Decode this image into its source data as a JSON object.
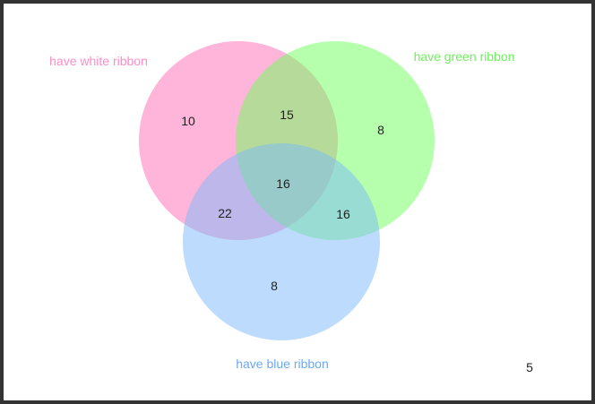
{
  "chart_data": {
    "type": "venn",
    "sets": [
      {
        "name": "have white ribbon",
        "color": "#ff69b4"
      },
      {
        "name": "have green ribbon",
        "color": "#6dff59"
      },
      {
        "name": "have blue ribbon",
        "color": "#7bb9fb"
      }
    ],
    "regions": {
      "white_only": 10,
      "green_only": 8,
      "blue_only": 8,
      "white_green": 15,
      "white_blue": 22,
      "green_blue": 16,
      "all_three": 16,
      "none": 5
    },
    "label_colors": {
      "white": "#ff8cc6",
      "green": "#6cf25a",
      "blue": "#6aaaf5"
    }
  }
}
